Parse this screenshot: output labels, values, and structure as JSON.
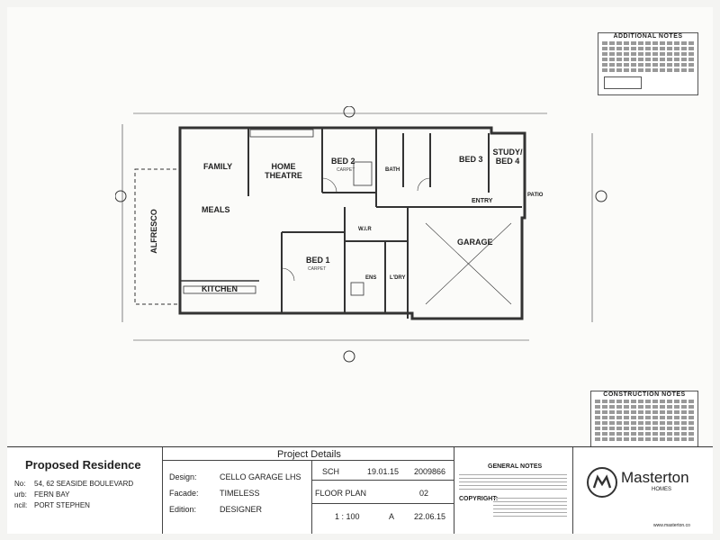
{
  "additional_notes": {
    "title": "ADDITIONAL NOTES"
  },
  "construction_notes": {
    "title": "CONSTRUCTION NOTES"
  },
  "rooms": {
    "family": "FAMILY",
    "home_theatre": "HOME THEATRE",
    "bed2": "BED 2",
    "bed3": "BED 3",
    "study": "STUDY/ BED 4",
    "meals": "MEALS",
    "alfresco": "ALFRESCO",
    "kitchen": "KITCHEN",
    "bed1": "BED 1",
    "garage": "GARAGE",
    "wir": "W.I.R",
    "bath": "BATH",
    "ens": "ENS",
    "ldry": "L'DRY",
    "entry": "ENTRY",
    "patio": "PATIO",
    "carpet": "CARPET"
  },
  "title_block": {
    "proposed": "Proposed Residence",
    "lot_label": "No:",
    "lot_value": "54, 62 SEASIDE BOULEVARD",
    "suburb_label": "urb:",
    "suburb_value": "FERN BAY",
    "council_label": "ncil:",
    "council_value": "PORT STEPHEN",
    "project_details": "Project Details",
    "design_label": "Design:",
    "design_value": "CELLO GARAGE LHS",
    "facade_label": "Facade:",
    "facade_value": "TIMELESS",
    "edition_label": "Edition:",
    "edition_value": "DESIGNER",
    "drawn": "SCH",
    "date": "19.01.15",
    "job": "2009866",
    "sheet_title": "FLOOR PLAN",
    "sheet_no": "02",
    "scale": "1 : 100",
    "revision": "A",
    "rev_date": "22.06.15",
    "general_notes": "GENERAL NOTES",
    "copyright": "COPYRIGHT:",
    "brand": "Masterton",
    "brand_sub": "HOMES",
    "website": "www.masterton.co"
  }
}
